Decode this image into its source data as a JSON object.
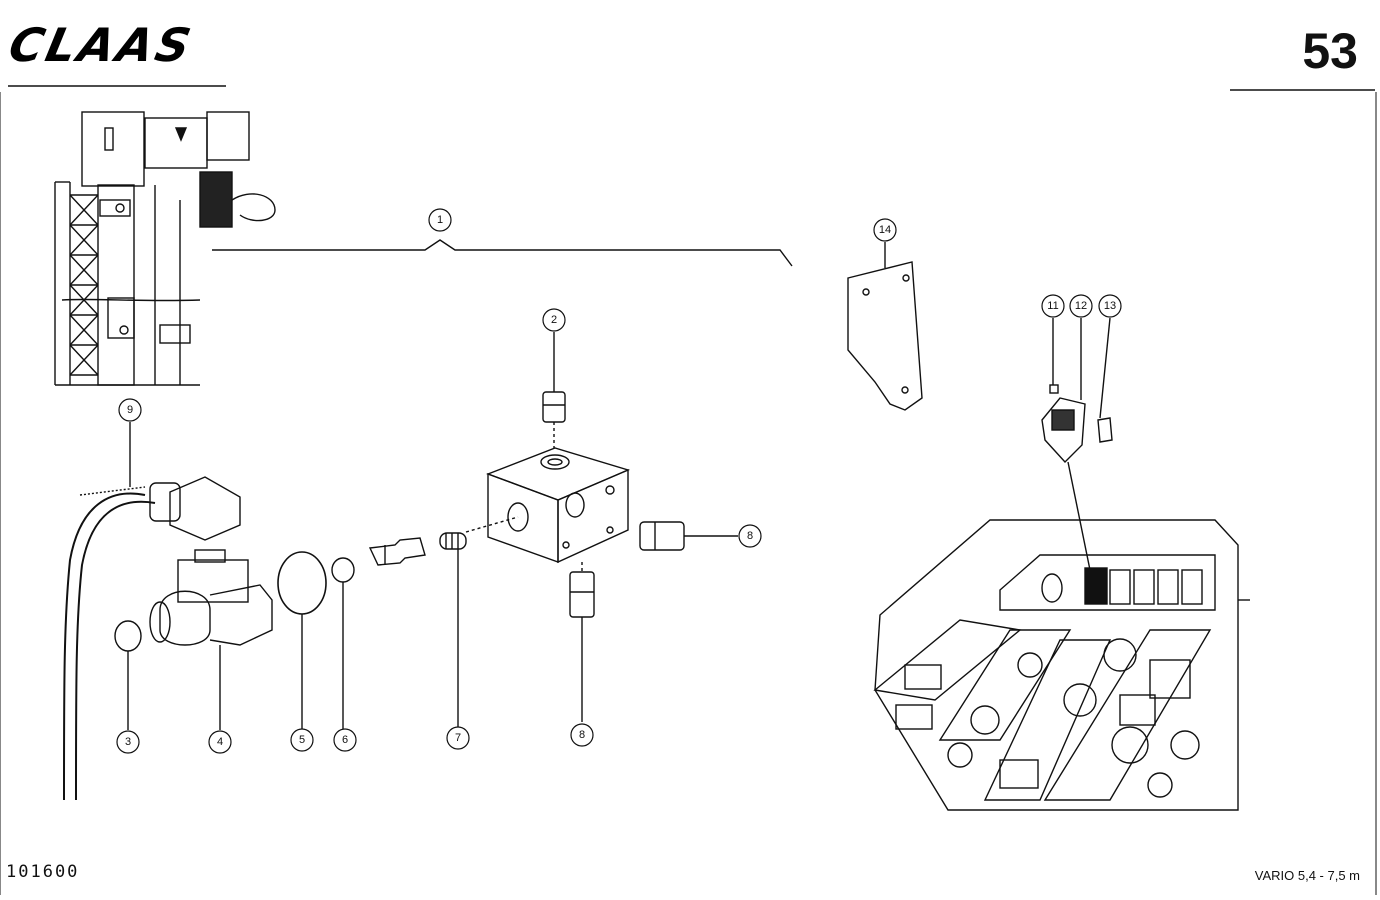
{
  "header": {
    "brand": "CLAAS",
    "page_number": "53"
  },
  "footer": {
    "drawing_number": "101600",
    "model": "VARIO 5,4 - 7,5 m"
  },
  "callouts": [
    {
      "id": "c1",
      "label": "1"
    },
    {
      "id": "c2",
      "label": "2"
    },
    {
      "id": "c3",
      "label": "3"
    },
    {
      "id": "c4",
      "label": "4"
    },
    {
      "id": "c5",
      "label": "5"
    },
    {
      "id": "c6",
      "label": "6"
    },
    {
      "id": "c7",
      "label": "7"
    },
    {
      "id": "c8a",
      "label": "8"
    },
    {
      "id": "c8b",
      "label": "8"
    },
    {
      "id": "c9",
      "label": "9"
    },
    {
      "id": "c11",
      "label": "11"
    },
    {
      "id": "c12",
      "label": "12"
    },
    {
      "id": "c13",
      "label": "13"
    },
    {
      "id": "c14",
      "label": "14"
    }
  ]
}
